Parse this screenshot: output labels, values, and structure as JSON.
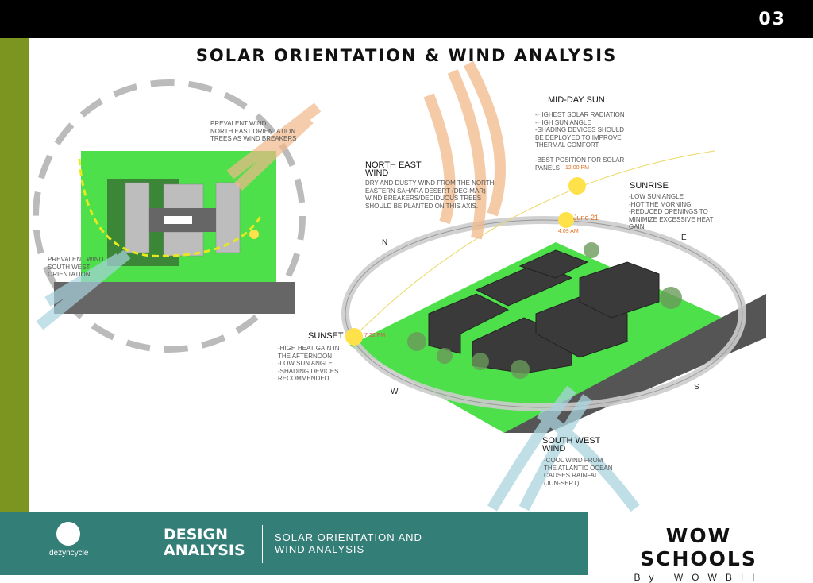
{
  "page_number": "03",
  "title": "SOLAR ORIENTATION & WIND ANALYSIS",
  "plan": {
    "ne_wind_label": "PREVALENT WIND\nNORTH EAST ORIENTATION\nTREES AS WIND BREAKERS",
    "sw_wind_label": "PREVALENT WIND\nSOUTH WEST\nORIENTATION"
  },
  "axo": {
    "midday": {
      "heading": "MID-DAY SUN",
      "text": "-HIGHEST SOLAR RADIATION\n-HIGH SUN ANGLE\n-SHADING DEVICES SHOULD\n BE DEPLOYED TO IMPROVE\n THERMAL COMFORT.\n\n-BEST POSITION FOR SOLAR\n PANELS",
      "time": "12:00 PM"
    },
    "ne_wind": {
      "heading": "NORTH EAST\nWIND",
      "text": "DRY AND DUSTY WIND FROM THE NORTH-\nEASTERN SAHARA DESERT (DEC-MAR)\nWIND BREAKERS/DECIDUOUS TREES\nSHOULD BE PLANTED ON THIS AXIS."
    },
    "sunrise": {
      "heading": "SUNRISE",
      "text": "-LOW SUN ANGLE\n-HOT THE MORNING\n-REDUCED OPENINGS TO\nMINIMIZE EXCESSIVE HEAT\nGAIN",
      "time": "4:09 AM",
      "date": "June 21"
    },
    "sunset": {
      "heading": "SUNSET",
      "text": "-HIGH HEAT GAIN IN\n THE AFTERNOON\n-LOW SUN ANGLE\n-SHADING DEVICES\n RECOMMENDED",
      "time": "7:22 PM"
    },
    "sw_wind": {
      "heading": "SOUTH WEST\nWIND",
      "text": "-COOL WIND FROM\nTHE ATLANTIC OCEAN\nCAUSES RAINFALL\n(JUN-SEPT)"
    },
    "compass": {
      "n": "N",
      "e": "E",
      "s": "S",
      "w": "W"
    }
  },
  "footer": {
    "logo": "dezyncycle",
    "section": "DESIGN\nANALYSIS",
    "subtitle": "SOLAR ORIENTATION AND\nWIND ANALYSIS"
  },
  "brand": {
    "name": "WOW SCHOOLS",
    "by": "By WOWBII"
  },
  "colors": {
    "olive": "#7c9420",
    "teal": "#347e78",
    "grass": "#4ee04a",
    "sun": "#ffe14a",
    "ne_wind": "#f2b98a",
    "sw_wind": "#a9d3de"
  }
}
